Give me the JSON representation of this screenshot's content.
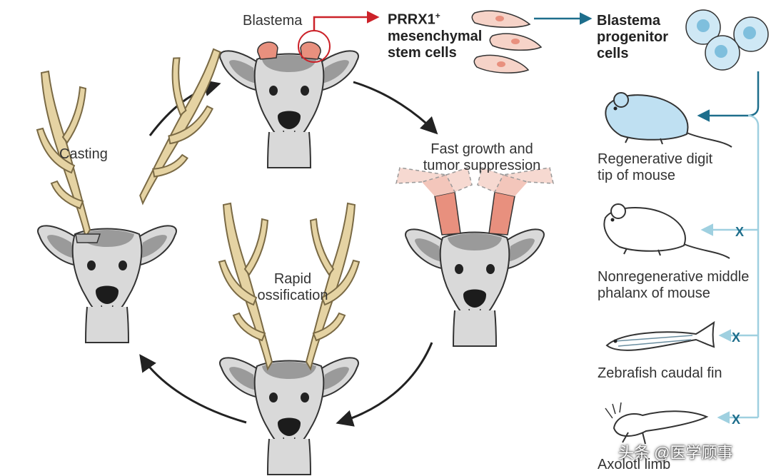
{
  "labels": {
    "blastema": "Blastema",
    "casting": "Casting",
    "fast_growth": [
      "Fast growth and",
      "tumor suppression"
    ],
    "rapid_ossification": [
      "Rapid",
      "ossification"
    ],
    "prrx1": {
      "main": "PRRX1",
      "sup": "+",
      "line2": "mesenchymal",
      "line3": "stem cells"
    },
    "progenitor": [
      "Blastema",
      "progenitor",
      "cells"
    ],
    "digit_tip": [
      "Regenerative digit",
      "tip of mouse"
    ],
    "middle_phalanx": [
      "Nonregenerative middle",
      "phalanx of mouse"
    ],
    "zebrafish": "Zebrafish caudal fin",
    "axolotl": "Axolotl limb",
    "x_mark": "X"
  },
  "watermark": "头条 @医学顾事",
  "colors": {
    "antler": "#e5d3a3",
    "antler_stroke": "#7a6a45",
    "velvet": "#e8907e",
    "velvet_light": "#f3c6bb",
    "deer_face": "#d9d9d9",
    "deer_dark": "#9a9a9a",
    "arrow_red": "#cc2229",
    "arrow_teal": "#1e6e8c",
    "arrow_light": "#9fd0e0",
    "cell_blue": "#cfe8f5",
    "mouse_blue": "#bfe0f2",
    "text": "#333333"
  }
}
